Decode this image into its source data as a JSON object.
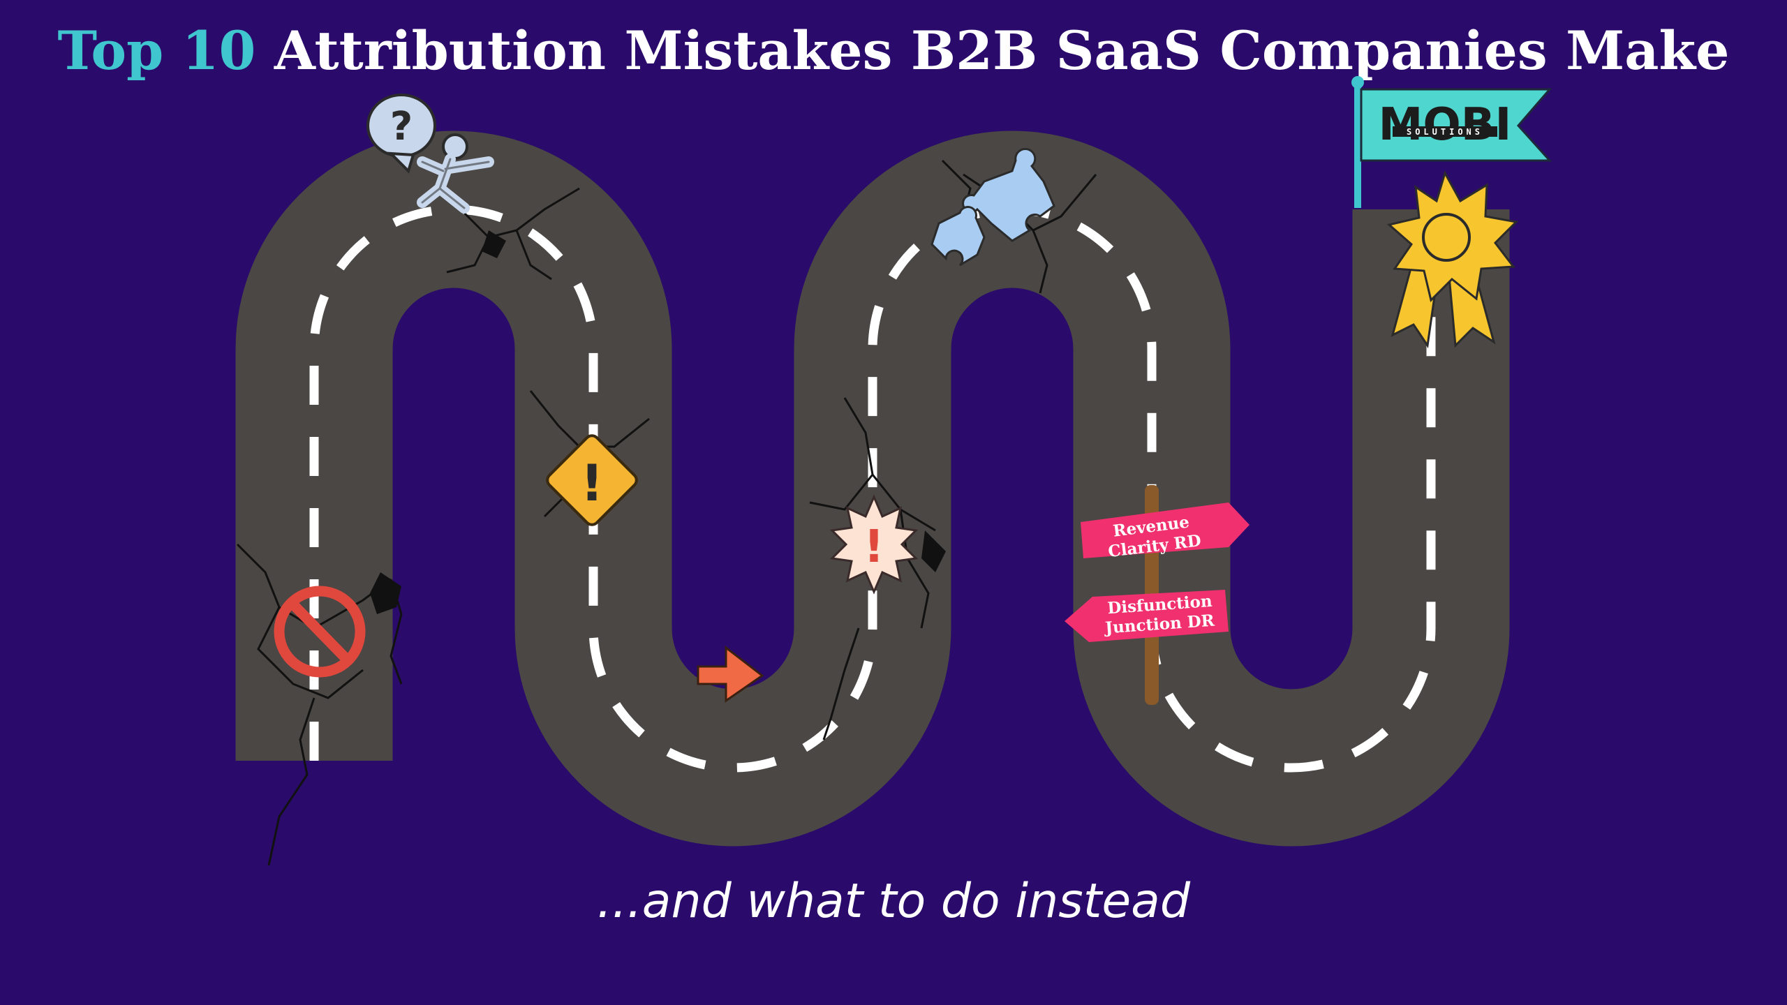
{
  "title": {
    "accent": "Top 10",
    "rest": "Attribution Mistakes B2B SaaS Companies Make"
  },
  "subtitle": "...and what to do instead",
  "signpost": {
    "top_line1": "Revenue",
    "top_line2": "Clarity RD",
    "bottom_line1": "Disfunction",
    "bottom_line2": "Junction DR"
  },
  "flag": {
    "brand": "MOBI",
    "sub": "SOLUTIONS"
  },
  "icons": {
    "question_bubble": "?",
    "warning": "!",
    "burst": "!"
  },
  "colors": {
    "background": "#2a0a6b",
    "road": "#4a4744",
    "accent_teal": "#3fc6cf",
    "sign_pink": "#f0306f",
    "warning_yellow": "#f5b431",
    "award_yellow": "#f7c52d",
    "arrow_orange": "#ef6a45",
    "puzzle_blue": "#a9cdf2"
  }
}
